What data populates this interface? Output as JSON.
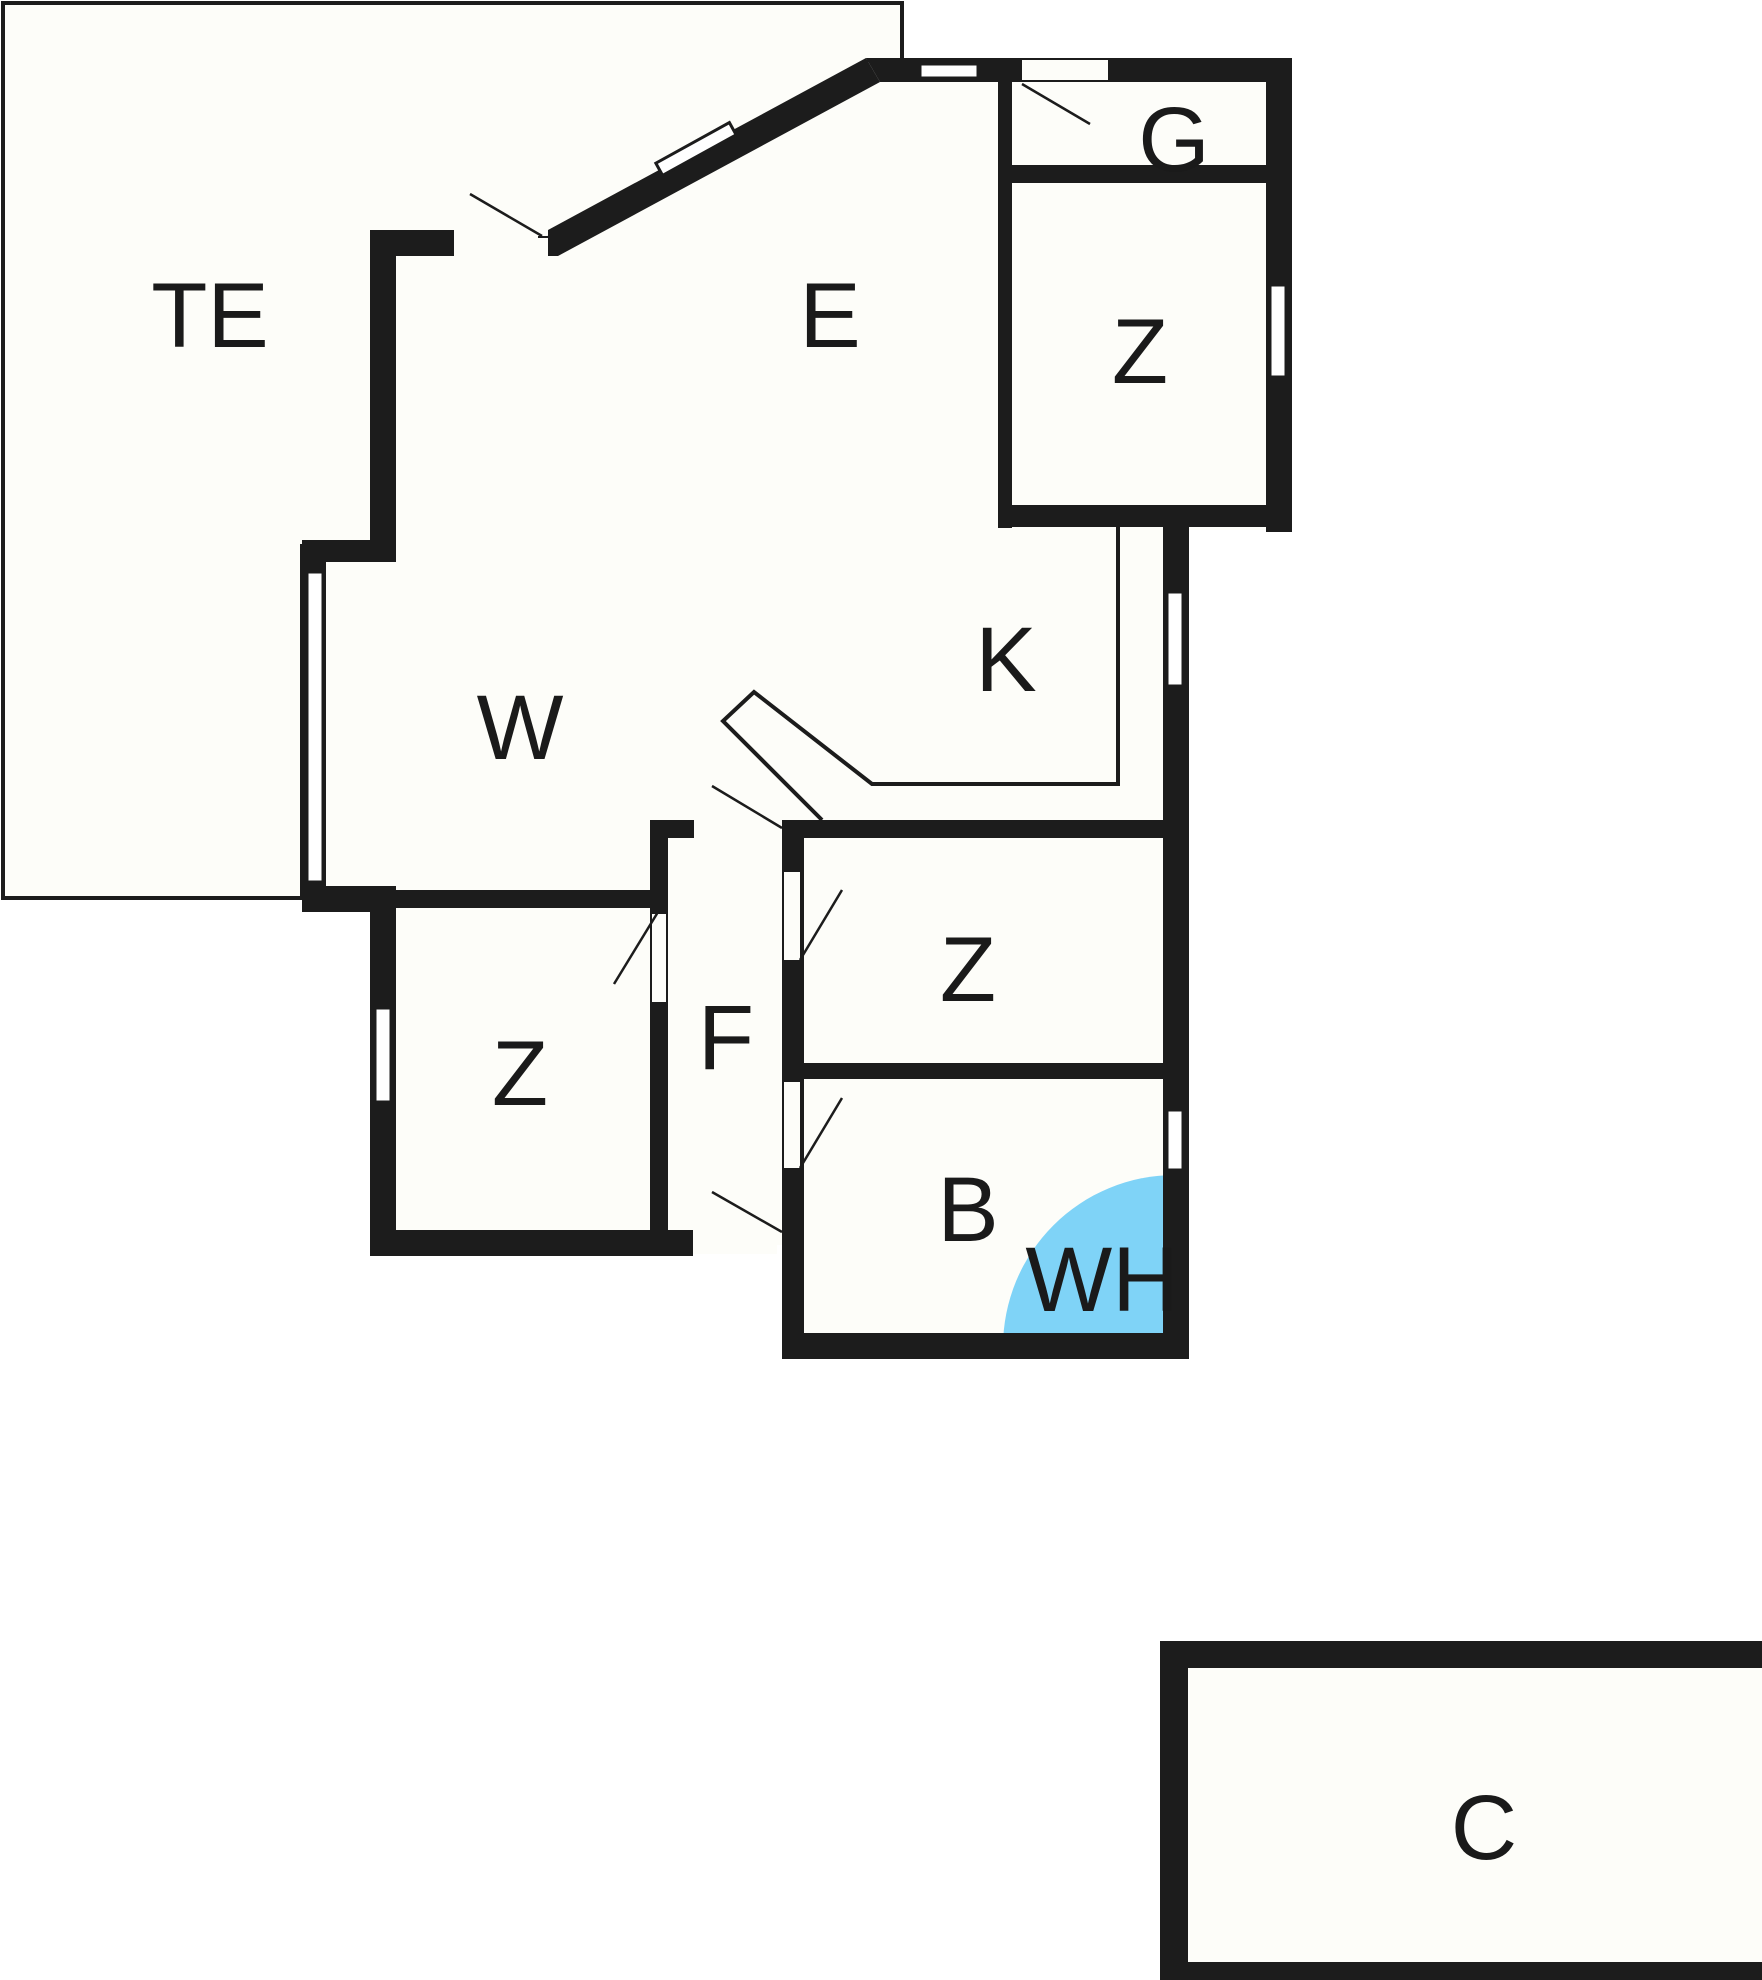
{
  "floorplan": {
    "rooms": {
      "terrace": "TE",
      "entrance": "E",
      "garderobe": "G",
      "bedroom_top_right": "Z",
      "kitchen": "K",
      "living": "W",
      "hall": "F",
      "bedroom_mid": "Z",
      "bedroom_left": "Z",
      "bathroom": "B",
      "water_heater": "WH",
      "carport": "C"
    },
    "colors": {
      "wall": "#1c1c1c",
      "floor": "#fdfdf9",
      "water_heater_fill": "#7fd3f7"
    }
  }
}
